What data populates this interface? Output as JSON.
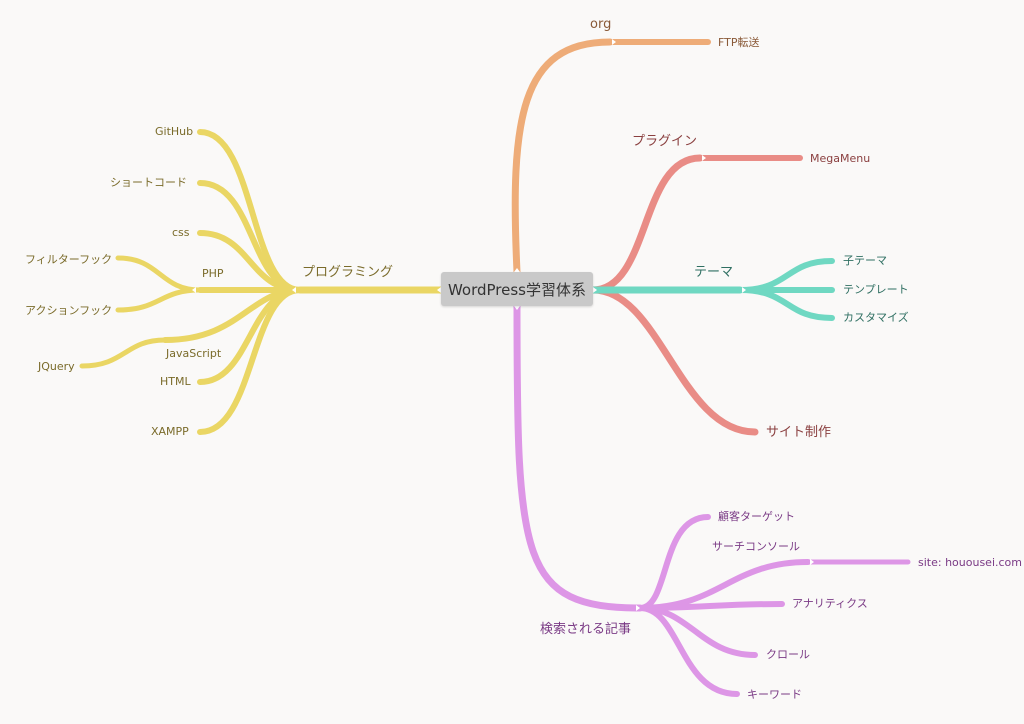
{
  "root": "WordPress学習体系",
  "colors": {
    "programming": "#ead664",
    "org": "#eeac78",
    "plugin": "#e98c86",
    "theme": "#6fd8c2",
    "search": "#dd96e6"
  },
  "branches": {
    "org": {
      "label": "org",
      "children": [
        "FTP転送"
      ]
    },
    "plugin": {
      "label": "プラグイン",
      "children": [
        "MegaMenu"
      ]
    },
    "theme": {
      "label": "テーマ",
      "children": [
        "子テーマ",
        "テンプレート",
        "カスタマイズ"
      ]
    },
    "site": {
      "label": "サイト制作"
    },
    "search": {
      "label": "検索される記事",
      "children": [
        "顧客ターゲット",
        "サーチコンソール",
        "アナリティクス",
        "クロール",
        "キーワード"
      ],
      "sub": [
        "site: houousei.com"
      ]
    },
    "programming": {
      "label": "プログラミング",
      "children": [
        "GitHub",
        "ショートコード",
        "css",
        "PHP",
        "JavaScript",
        "HTML",
        "XAMPP"
      ],
      "php_children": [
        "フィルターフック",
        "アクションフック"
      ],
      "js_children": [
        "JQuery"
      ]
    }
  }
}
